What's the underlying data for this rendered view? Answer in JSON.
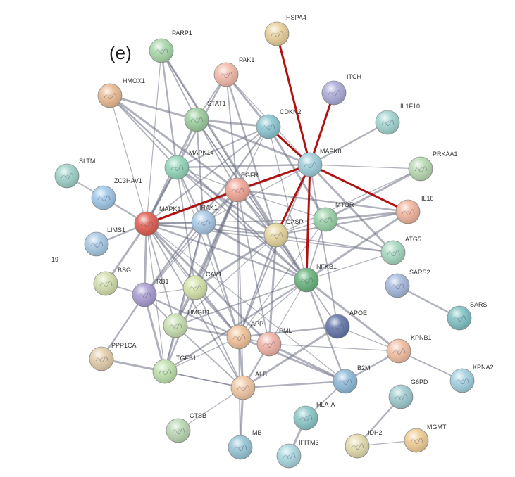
{
  "panel_label": "(e)",
  "stray_text": "19",
  "nodes": [
    {
      "id": "HSPA4",
      "label": "HSPA4",
      "color": "#e8cf98"
    },
    {
      "id": "PARP1",
      "label": "PARP1",
      "color": "#a6d6a8"
    },
    {
      "id": "PAK1",
      "label": "PAK1",
      "color": "#f2b8a6"
    },
    {
      "id": "ITCH",
      "label": "ITCH",
      "color": "#a9a9d8"
    },
    {
      "id": "HMOX1",
      "label": "HMOX1",
      "color": "#eab88e"
    },
    {
      "id": "STAT1",
      "label": "STAT1",
      "color": "#99cc99"
    },
    {
      "id": "CDK2",
      "label": "CDKN2",
      "color": "#86c4d0"
    },
    {
      "id": "IL1F10",
      "label": "IL1F10",
      "color": "#9fd4cf"
    },
    {
      "id": "MAPK8",
      "label": "MAPK8",
      "color": "#99cdd8"
    },
    {
      "id": "PRKAA1",
      "label": "PRKAA1",
      "color": "#b6d9b0"
    },
    {
      "id": "SLTM",
      "label": "SLTM",
      "color": "#9bd0c6"
    },
    {
      "id": "MAPK14",
      "label": "MAPK14",
      "color": "#8fd4b8"
    },
    {
      "id": "EGFR",
      "label": "EGFR",
      "color": "#f2a493"
    },
    {
      "id": "ZC3HAV1",
      "label": "ZC3HAV1",
      "color": "#9cc6e8"
    },
    {
      "id": "IL18",
      "label": "IL18",
      "color": "#f2b39a"
    },
    {
      "id": "MAPK1",
      "label": "MAPK1",
      "color": "#e0584a"
    },
    {
      "id": "IRAK1",
      "label": "IRAK1",
      "color": "#a3c6e3"
    },
    {
      "id": "MTOR",
      "label": "MTOR",
      "color": "#96d1a6"
    },
    {
      "id": "CASP",
      "label": "CASP",
      "color": "#e6d49a"
    },
    {
      "id": "LIMS1",
      "label": "LIMS1",
      "color": "#a3c7e3"
    },
    {
      "id": "ATG5",
      "label": "ATG5",
      "color": "#a3d8bf"
    },
    {
      "id": "NFKB1",
      "label": "NFKB1",
      "color": "#64b37a"
    },
    {
      "id": "BSG",
      "label": "BSG",
      "color": "#d2deaa"
    },
    {
      "id": "RB1",
      "label": "RB1",
      "color": "#a699d1"
    },
    {
      "id": "CAV1",
      "label": "CAV1",
      "color": "#d4e3a6"
    },
    {
      "id": "SARS2",
      "label": "SARS2",
      "color": "#a3b7dc"
    },
    {
      "id": "SARS",
      "label": "SARS",
      "color": "#7cc0c2"
    },
    {
      "id": "HMGB1",
      "label": "HMGB1",
      "color": "#c6dfad"
    },
    {
      "id": "APOE",
      "label": "APOE",
      "color": "#5f72a8"
    },
    {
      "id": "APP",
      "label": "APP",
      "color": "#f2c197"
    },
    {
      "id": "PML",
      "label": "PML",
      "color": "#f2b0a3"
    },
    {
      "id": "KPNB1",
      "label": "KPNB1",
      "color": "#f2bd9e"
    },
    {
      "id": "PPP1CA",
      "label": "PPP1CA",
      "color": "#e4cca8"
    },
    {
      "id": "TGFB1",
      "label": "TGFB1",
      "color": "#bde0aa"
    },
    {
      "id": "B2M",
      "label": "B2M",
      "color": "#8ab9d8"
    },
    {
      "id": "KPNA2",
      "label": "KPNA2",
      "color": "#9fd0e0"
    },
    {
      "id": "ALB",
      "label": "ALB",
      "color": "#f0c6a0"
    },
    {
      "id": "G6PD",
      "label": "G6PD",
      "color": "#9bc9cc"
    },
    {
      "id": "HLA-A",
      "label": "HLA-A",
      "color": "#86c6c6"
    },
    {
      "id": "CTSB",
      "label": "CTSB",
      "color": "#b9d7b2"
    },
    {
      "id": "MB",
      "label": "MB",
      "color": "#93c4d6"
    },
    {
      "id": "IFITM3",
      "label": "IFITM3",
      "color": "#a6d6de"
    },
    {
      "id": "IDH2",
      "label": "IDH2",
      "color": "#e3dbaa"
    },
    {
      "id": "MGMT",
      "label": "MGMT",
      "color": "#f0cc92"
    }
  ],
  "edges": [
    [
      "PARP1",
      "MAPK1"
    ],
    [
      "PARP1",
      "STAT1"
    ],
    [
      "PARP1",
      "MAPK14"
    ],
    [
      "PARP1",
      "NFKB1"
    ],
    [
      "PARP1",
      "CASP"
    ],
    [
      "PAK1",
      "EGFR"
    ],
    [
      "PAK1",
      "MAPK1"
    ],
    [
      "PAK1",
      "CDK2"
    ],
    [
      "PAK1",
      "MAPK8"
    ],
    [
      "PAK1",
      "STAT1"
    ],
    [
      "PAK1",
      "CASP"
    ],
    [
      "HMOX1",
      "STAT1"
    ],
    [
      "HMOX1",
      "MAPK1"
    ],
    [
      "HMOX1",
      "MAPK14"
    ],
    [
      "HMOX1",
      "NFKB1"
    ],
    [
      "HMOX1",
      "EGFR"
    ],
    [
      "STAT1",
      "MAPK14"
    ],
    [
      "STAT1",
      "EGFR"
    ],
    [
      "STAT1",
      "MAPK1"
    ],
    [
      "STAT1",
      "CDK2"
    ],
    [
      "STAT1",
      "NFKB1"
    ],
    [
      "STAT1",
      "CASP"
    ],
    [
      "STAT1",
      "IRAK1"
    ],
    [
      "STAT1",
      "MAPK8"
    ],
    [
      "CDK2",
      "EGFR"
    ],
    [
      "CDK2",
      "MAPK1"
    ],
    [
      "CDK2",
      "RB1"
    ],
    [
      "CDK2",
      "MTOR"
    ],
    [
      "CDK2",
      "NFKB1"
    ],
    [
      "CDK2",
      "MAPK14"
    ],
    [
      "IL1F10",
      "MAPK8"
    ],
    [
      "MAPK8",
      "MAPK1"
    ],
    [
      "MAPK8",
      "IRAK1"
    ],
    [
      "MAPK8",
      "APP"
    ],
    [
      "MAPK8",
      "MAPK14"
    ],
    [
      "MAPK8",
      "ATG5"
    ],
    [
      "MAPK8",
      "PRKAA1"
    ],
    [
      "MAPK8",
      "APOE"
    ],
    [
      "MAPK8",
      "IL18"
    ],
    [
      "PRKAA1",
      "MTOR"
    ],
    [
      "PRKAA1",
      "CASP"
    ],
    [
      "SLTM",
      "ZC3HAV1"
    ],
    [
      "ZC3HAV1",
      "MAPK1"
    ],
    [
      "MAPK14",
      "MAPK1"
    ],
    [
      "MAPK14",
      "EGFR"
    ],
    [
      "MAPK14",
      "NFKB1"
    ],
    [
      "MAPK14",
      "IRAK1"
    ],
    [
      "MAPK14",
      "CASP"
    ],
    [
      "MAPK14",
      "APP"
    ],
    [
      "MAPK14",
      "CAV1"
    ],
    [
      "EGFR",
      "MAPK1"
    ],
    [
      "EGFR",
      "IRAK1"
    ],
    [
      "EGFR",
      "MTOR"
    ],
    [
      "EGFR",
      "CASP"
    ],
    [
      "EGFR",
      "NFKB1"
    ],
    [
      "EGFR",
      "CAV1"
    ],
    [
      "EGFR",
      "APP"
    ],
    [
      "EGFR",
      "ALB"
    ],
    [
      "EGFR",
      "TGFB1"
    ],
    [
      "EGFR",
      "HMGB1"
    ],
    [
      "EGFR",
      "RB1"
    ],
    [
      "EGFR",
      "PML"
    ],
    [
      "EGFR",
      "IL18"
    ],
    [
      "MAPK1",
      "IRAK1"
    ],
    [
      "MAPK1",
      "MTOR"
    ],
    [
      "MAPK1",
      "CASP"
    ],
    [
      "MAPK1",
      "NFKB1"
    ],
    [
      "MAPK1",
      "RB1"
    ],
    [
      "MAPK1",
      "CAV1"
    ],
    [
      "MAPK1",
      "HMGB1"
    ],
    [
      "MAPK1",
      "APP"
    ],
    [
      "MAPK1",
      "PML"
    ],
    [
      "MAPK1",
      "TGFB1"
    ],
    [
      "MAPK1",
      "ALB"
    ],
    [
      "MAPK1",
      "LIMS1"
    ],
    [
      "MAPK1",
      "BSG"
    ],
    [
      "MAPK1",
      "B2M"
    ],
    [
      "MAPK1",
      "ATG5"
    ],
    [
      "IRAK1",
      "CASP"
    ],
    [
      "IRAK1",
      "NFKB1"
    ],
    [
      "IRAK1",
      "HMGB1"
    ],
    [
      "IRAK1",
      "RB1"
    ],
    [
      "IRAK1",
      "APP"
    ],
    [
      "IRAK1",
      "TGFB1"
    ],
    [
      "MTOR",
      "CASP"
    ],
    [
      "MTOR",
      "NFKB1"
    ],
    [
      "MTOR",
      "ATG5"
    ],
    [
      "MTOR",
      "IL18"
    ],
    [
      "MTOR",
      "APP"
    ],
    [
      "CASP",
      "NFKB1"
    ],
    [
      "CASP",
      "APP"
    ],
    [
      "CASP",
      "PML"
    ],
    [
      "CASP",
      "HMGB1"
    ],
    [
      "CASP",
      "ATG5"
    ],
    [
      "CASP",
      "IL18"
    ],
    [
      "CASP",
      "CAV1"
    ],
    [
      "NFKB1",
      "APP"
    ],
    [
      "NFKB1",
      "HMGB1"
    ],
    [
      "NFKB1",
      "TGFB1"
    ],
    [
      "NFKB1",
      "KPNB1"
    ],
    [
      "NFKB1",
      "PML"
    ],
    [
      "NFKB1",
      "APOE"
    ],
    [
      "NFKB1",
      "B2M"
    ],
    [
      "NFKB1",
      "IL18"
    ],
    [
      "NFKB1",
      "ATG5"
    ],
    [
      "BSG",
      "RB1"
    ],
    [
      "RB1",
      "PPP1CA"
    ],
    [
      "RB1",
      "TGFB1"
    ],
    [
      "RB1",
      "CAV1"
    ],
    [
      "RB1",
      "HMGB1"
    ],
    [
      "RB1",
      "APP"
    ],
    [
      "CAV1",
      "APP"
    ],
    [
      "CAV1",
      "HMGB1"
    ],
    [
      "CAV1",
      "ALB"
    ],
    [
      "SARS2",
      "SARS"
    ],
    [
      "HMGB1",
      "APP"
    ],
    [
      "HMGB1",
      "TGFB1"
    ],
    [
      "HMGB1",
      "ALB"
    ],
    [
      "APOE",
      "APP"
    ],
    [
      "APOE",
      "ALB"
    ],
    [
      "APOE",
      "KPNB1"
    ],
    [
      "APP",
      "PML"
    ],
    [
      "APP",
      "ALB"
    ],
    [
      "APP",
      "B2M"
    ],
    [
      "APP",
      "TGFB1"
    ],
    [
      "APP",
      "MB"
    ],
    [
      "PML",
      "ALB"
    ],
    [
      "PML",
      "B2M"
    ],
    [
      "PML",
      "KPNB1"
    ],
    [
      "KPNB1",
      "KPNA2"
    ],
    [
      "KPNB1",
      "B2M"
    ],
    [
      "PPP1CA",
      "TGFB1"
    ],
    [
      "TGFB1",
      "ALB"
    ],
    [
      "B2M",
      "HLA-A"
    ],
    [
      "B2M",
      "ALB"
    ],
    [
      "ALB",
      "MB"
    ],
    [
      "ALB",
      "CTSB"
    ],
    [
      "ALB",
      "TGFB1"
    ],
    [
      "G6PD",
      "IDH2"
    ],
    [
      "HLA-A",
      "IFITM3"
    ],
    [
      "IDH2",
      "MGMT"
    ]
  ],
  "highlight_edges": [
    [
      "MAPK8",
      "HSPA4"
    ],
    [
      "MAPK8",
      "ITCH"
    ],
    [
      "MAPK8",
      "CDK2"
    ],
    [
      "MAPK8",
      "EGFR"
    ],
    [
      "MAPK8",
      "IL18"
    ],
    [
      "MAPK8",
      "CASP"
    ],
    [
      "MAPK8",
      "NFKB1"
    ],
    [
      "EGFR",
      "MAPK1"
    ]
  ]
}
